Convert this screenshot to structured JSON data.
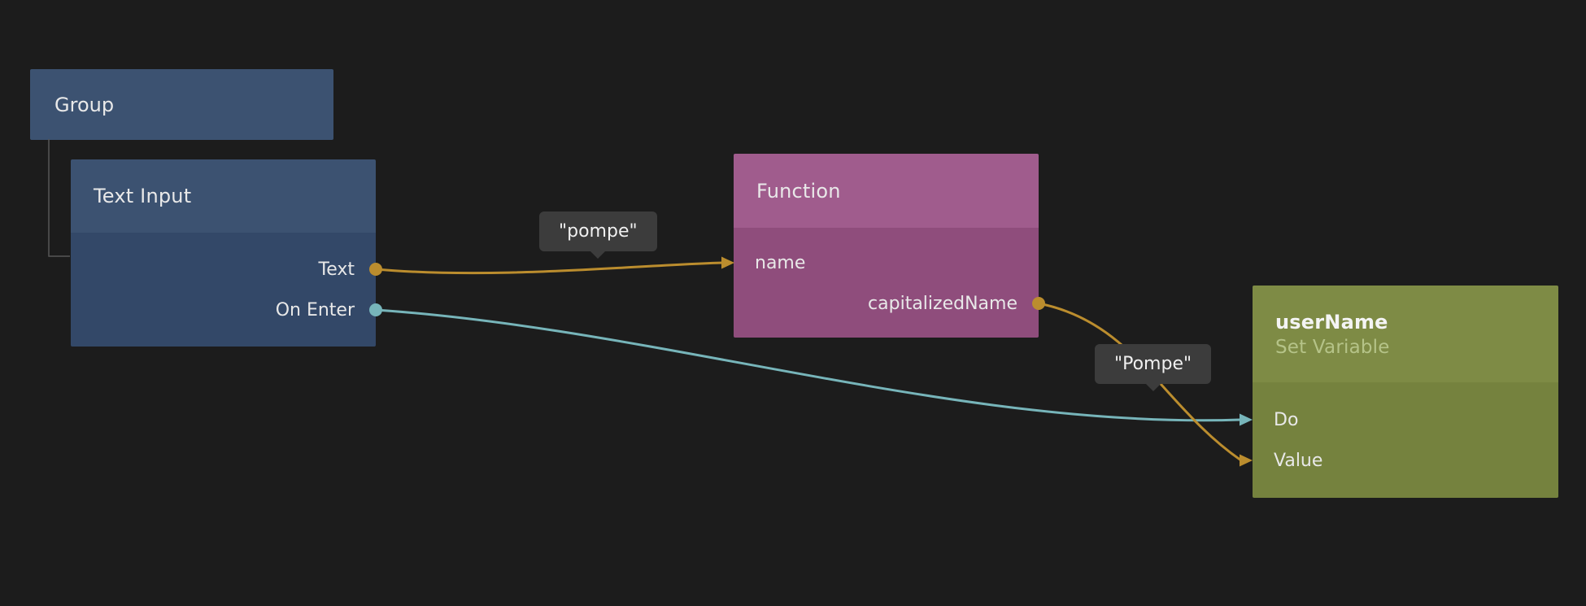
{
  "palette": {
    "background": "#1c1c1c",
    "blue_header": "#3c5271",
    "blue_body": "#334868",
    "purple_header": "#a05c8d",
    "purple_body": "#8f4d7c",
    "olive_header": "#7e8b45",
    "olive_body": "#75823e",
    "subtitle_text": "#b5c388",
    "connection_orange": "#bb8d2e",
    "connection_teal": "#77b5ba",
    "label_bg": "#3c3c3c"
  },
  "nodes": {
    "group": {
      "title": "Group"
    },
    "text_input": {
      "title": "Text Input",
      "outputs": [
        {
          "label": "Text",
          "port_color": "#bb8d2e"
        },
        {
          "label": "On Enter",
          "port_color": "#77b5ba"
        }
      ]
    },
    "function": {
      "title": "Function",
      "inputs": [
        {
          "label": "name",
          "port_color": "#bb8d2e"
        }
      ],
      "outputs": [
        {
          "label": "capitalizedName",
          "port_color": "#bb8d2e"
        }
      ]
    },
    "set_variable": {
      "title": "userName",
      "subtitle": "Set Variable",
      "inputs": [
        {
          "label": "Do",
          "port_color": "#77b5ba"
        },
        {
          "label": "Value",
          "port_color": "#bb8d2e"
        }
      ]
    }
  },
  "connections": [
    {
      "from": "Text Input / Text",
      "to": "Function / name",
      "color": "#bb8d2e",
      "label": "\"pompe\""
    },
    {
      "from": "Function / capitalizedName",
      "to": "userName / Value",
      "color": "#bb8d2e",
      "label": "\"Pompe\""
    },
    {
      "from": "Text Input / On Enter",
      "to": "userName / Do",
      "color": "#77b5ba",
      "label": ""
    }
  ]
}
